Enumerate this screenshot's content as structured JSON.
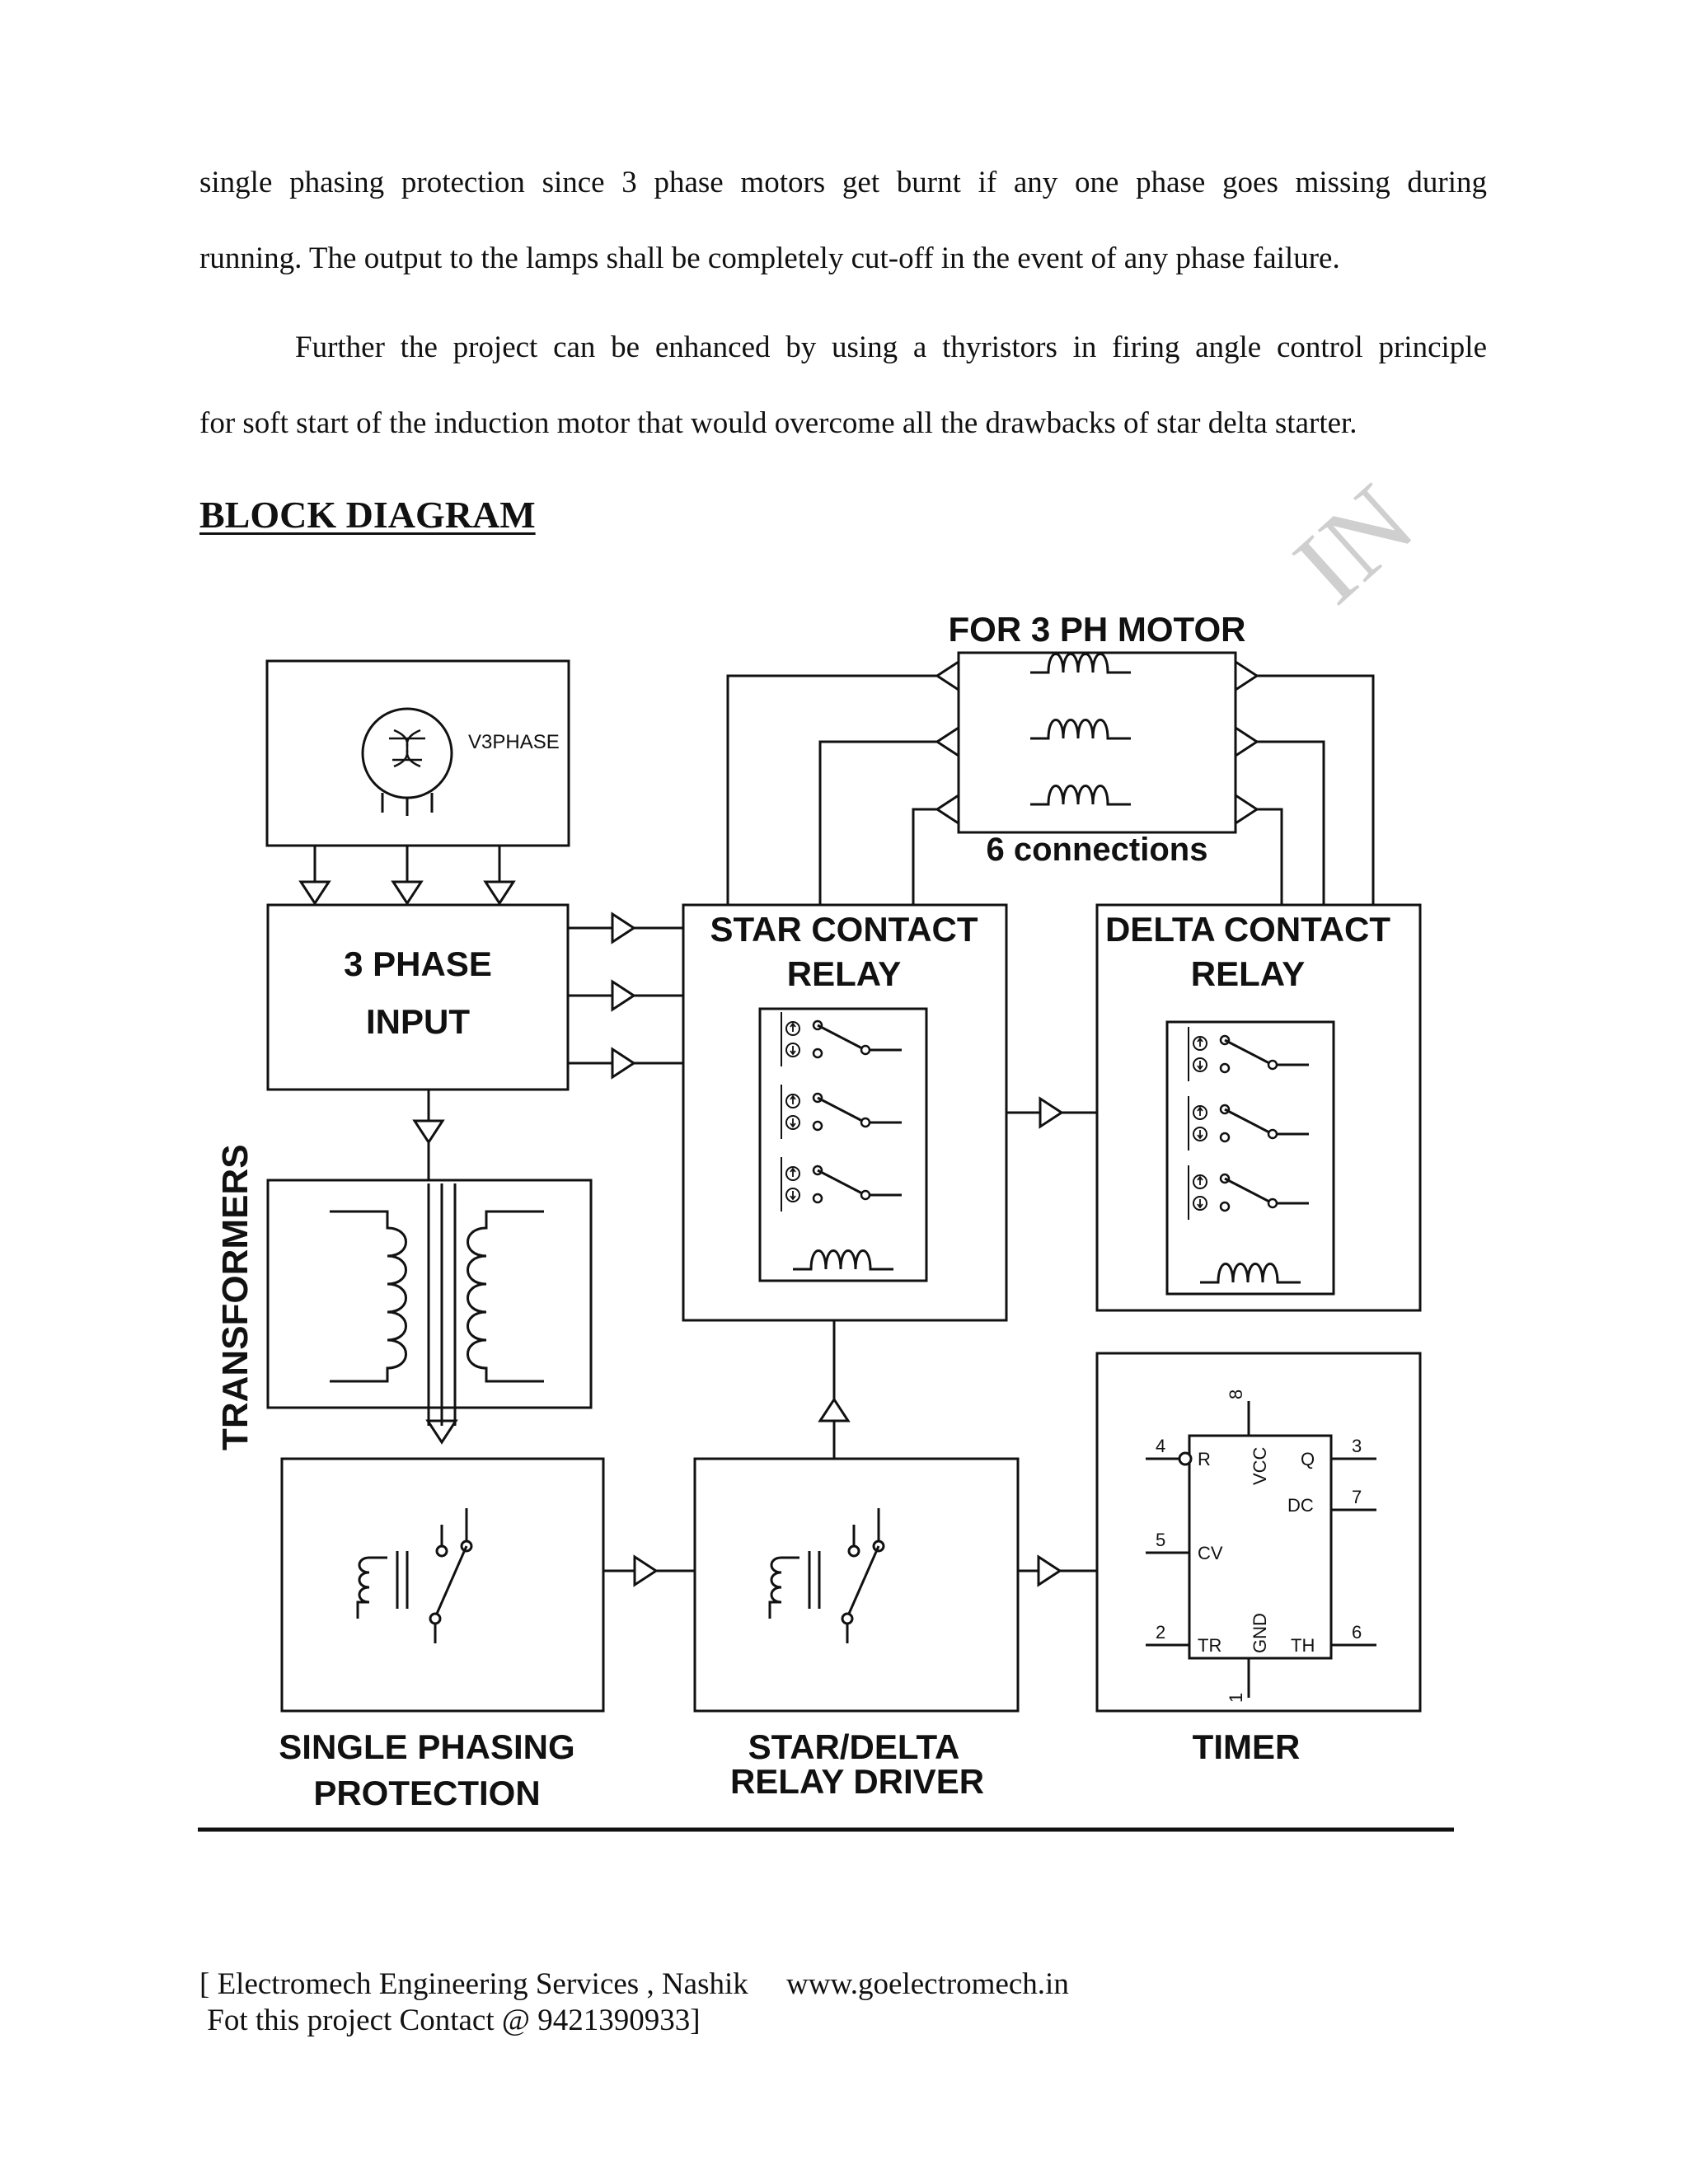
{
  "text": {
    "line1": "single phasing protection since 3 phase motors get burnt if any one phase goes missing during",
    "line2": "running. The output to the lamps shall be completely cut-off in the event of any phase failure.",
    "line3": "Further the project can be enhanced by using a thyristors in firing angle control principle",
    "line4": "for soft start of the induction motor that would overcome all the drawbacks of star delta starter."
  },
  "heading": "BLOCK DIAGRAM",
  "watermark": "IN",
  "diagram": {
    "motor_title": "FOR 3 PH MOTOR",
    "motor_sub": "6 connections",
    "source_label": "V3PHASE",
    "input_line1": "3 PHASE",
    "input_line2": "INPUT",
    "transformers": "TRANSFORMERS",
    "star_line1": "STAR CONTACT",
    "star_line2": "RELAY",
    "delta_line1": "DELTA CONTACT",
    "delta_line2": "RELAY",
    "spp_line1": "SINGLE PHASING",
    "spp_line2": "PROTECTION",
    "driver_line1": "STAR/DELTA",
    "driver_line2": "RELAY DRIVER",
    "timer_label": "TIMER",
    "timer_pins": {
      "r": "R",
      "vcc": "VCC",
      "q": "Q",
      "dc": "DC",
      "cv": "CV",
      "tr": "TR",
      "gnd": "GND",
      "th": "TH",
      "p4": "4",
      "p8": "8",
      "p3": "3",
      "p7": "7",
      "p5": "5",
      "p2": "2",
      "p6": "6",
      "p1": "1"
    }
  },
  "footer": {
    "line1": "[ Electromech Engineering Services , Nashik     www.goelectromech.in",
    "line2": " Fot this project Contact @ 9421390933]"
  }
}
